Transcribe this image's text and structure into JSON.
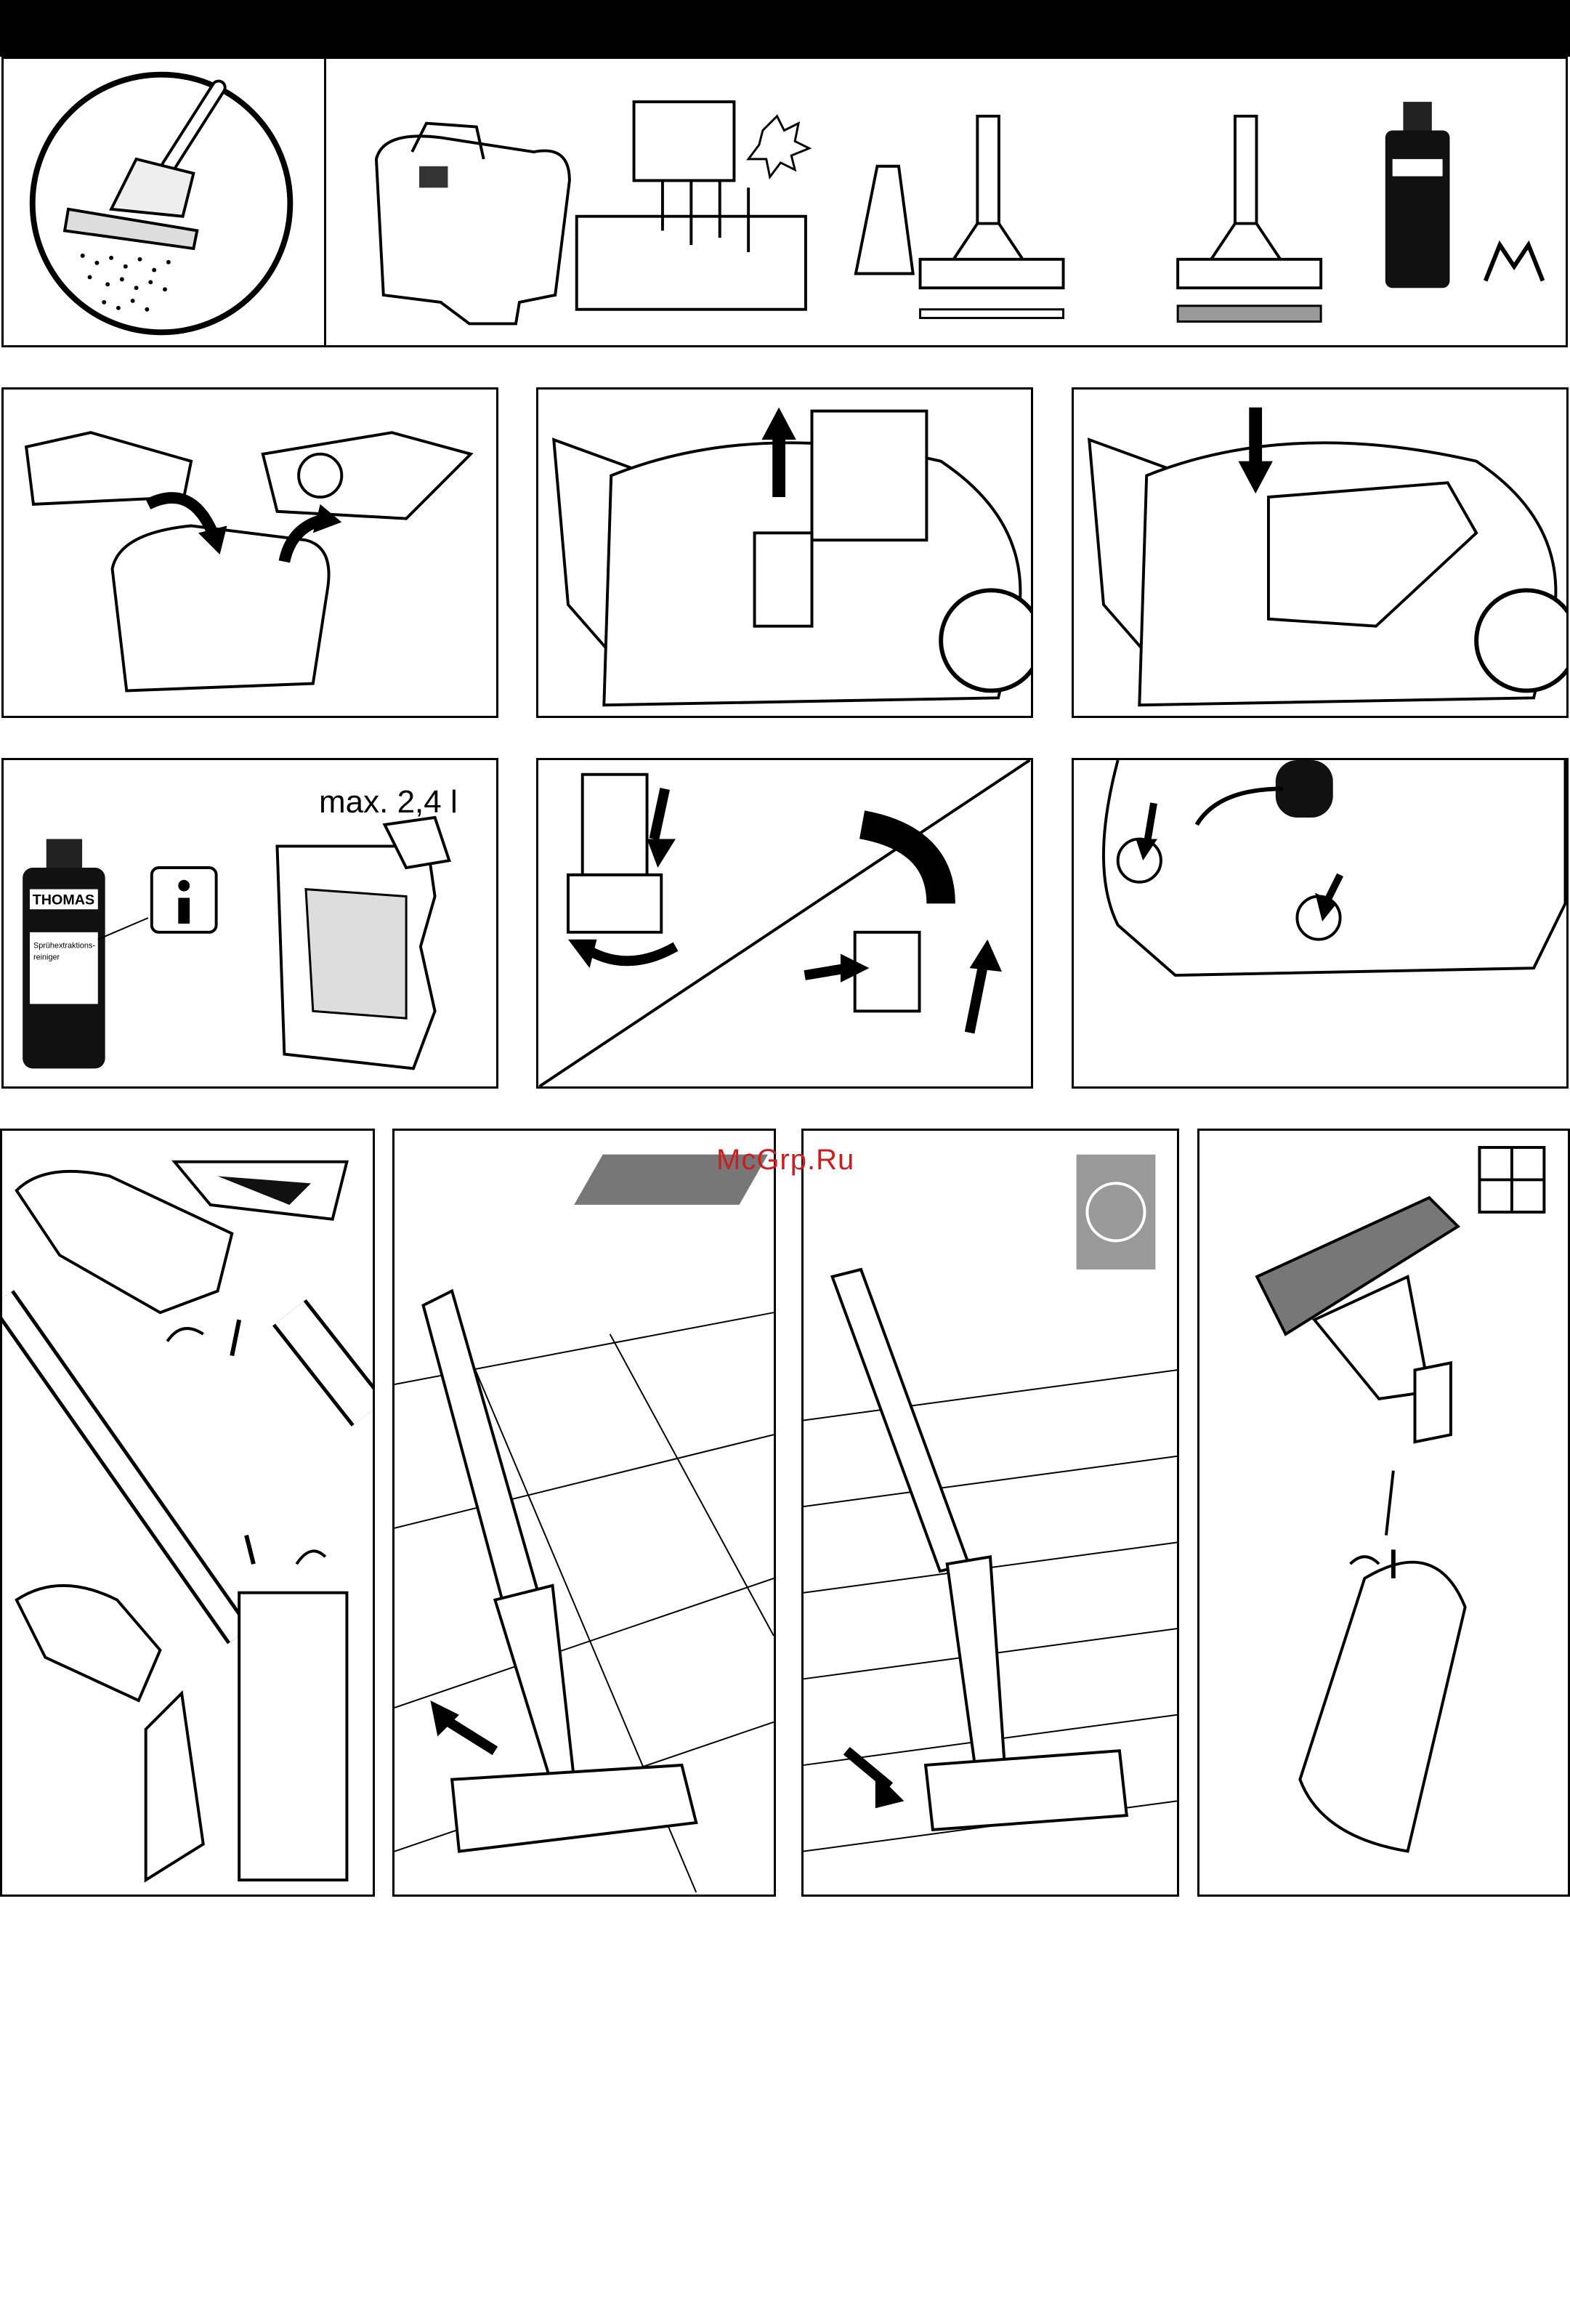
{
  "header": {
    "background": "#000000"
  },
  "watermark": {
    "text": "McGrp.Ru",
    "color": "#cc1e1e"
  },
  "fill_label": {
    "text": "max. 2,4 l"
  },
  "bottle": {
    "brand": "THOMAS",
    "title_line1": "Sprühextraktions-",
    "title_line2": "reiniger"
  },
  "icons": {
    "info": "info-icon",
    "arrows": "arrow-icon",
    "rotate": "rotate-arrow-icon"
  }
}
